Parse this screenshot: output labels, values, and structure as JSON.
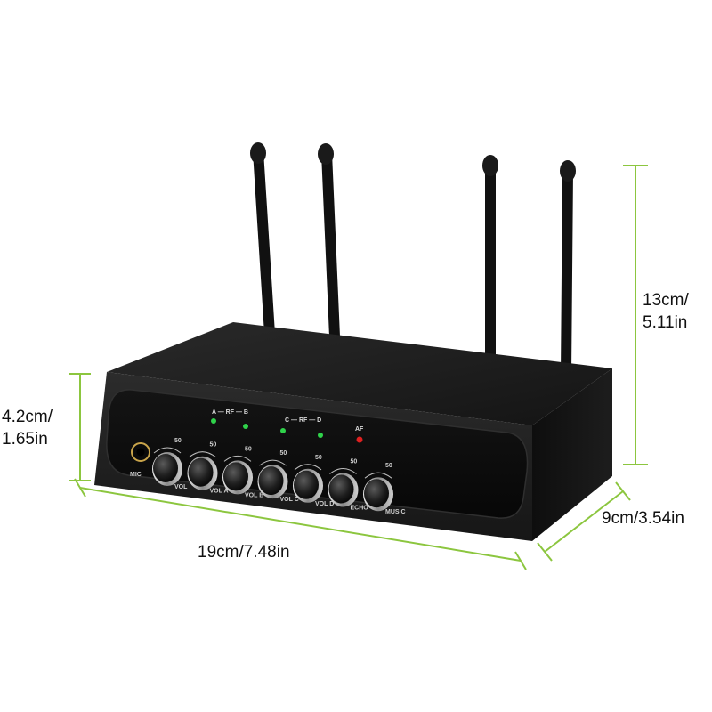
{
  "dimensions": {
    "height": {
      "line1": "13cm/",
      "line2": "5.11in"
    },
    "depth_height": {
      "line1": "4.2cm/",
      "line2": "1.65in"
    },
    "width": "19cm/7.48in",
    "depth": "9cm/3.54in"
  },
  "panel": {
    "rf_ab": "A — RF — B",
    "rf_cd": "C — RF — D",
    "af": "AF",
    "mic": "MIC",
    "knob_scale": "50",
    "knob_labels": [
      "VOL",
      "VOL A",
      "VOL B",
      "VOL C",
      "VOL D",
      "ECHO",
      "MUSIC"
    ]
  },
  "colors": {
    "dimension_line": "#8cc63f",
    "body": "#1c1c1c",
    "led_green": "#2fd24a",
    "led_red": "#e02020"
  }
}
